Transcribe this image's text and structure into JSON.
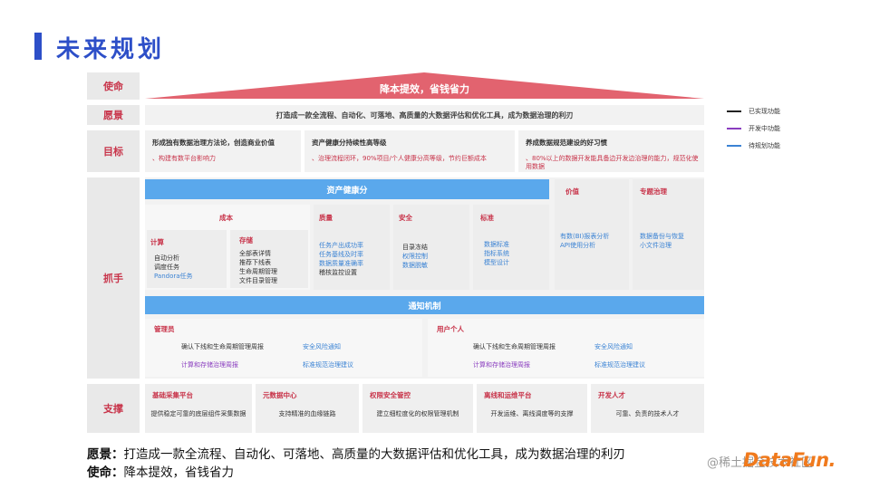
{
  "title": "未来规划",
  "row_heads": {
    "mission": "使命",
    "vision": "愿景",
    "goal": "目标",
    "handle": "抓手",
    "support": "支撑"
  },
  "mission_text": "降本提效，省钱省力",
  "vision_text": "打造成一款全流程、自动化、可落地、高质量的大数据评估和优化工具，成为数据治理的利刃",
  "goals": [
    {
      "title": "形成独有数据治理方法论，创造商业价值",
      "sub": "、构建有数平台影响力"
    },
    {
      "title": "资产健康分持续性高等级",
      "sub": "、治理流程闭环，90%项目/个人健康分高等级，节约巨额成本"
    },
    {
      "title": "养成数据规范建设的好习惯",
      "sub": "、80%以上的数据开发能具备边开发边治理的能力，规范化使用数据"
    }
  ],
  "legend": [
    {
      "label": "已实现功能",
      "color": "#222222"
    },
    {
      "label": "开发中功能",
      "color": "#8a3dbf"
    },
    {
      "label": "待规划功能",
      "color": "#3b83d4"
    }
  ],
  "asset_health": "资产健康分",
  "cost": {
    "title": "成本",
    "compute": {
      "title": "计算",
      "items": [
        "自动分析",
        "调度任务",
        "Pandora任务"
      ]
    },
    "storage": {
      "title": "存储",
      "items": [
        "全部表详情",
        "推荐下线表",
        "生命周期管理",
        "文件目录管理"
      ]
    }
  },
  "quality": {
    "title": "质量",
    "items": [
      "任务产出成功率",
      "任务基线及时率",
      "数据质量准确率",
      "稽核监控设置"
    ]
  },
  "security": {
    "title": "安全",
    "items": [
      "目录冻结",
      "权限控制",
      "数据脱敏"
    ]
  },
  "standard": {
    "title": "标准",
    "items": [
      "数据标准",
      "指标系统",
      "模型设计"
    ]
  },
  "value": {
    "title": "价值",
    "items": [
      "有数(BI)报表分析",
      "API使用分析"
    ]
  },
  "special": {
    "title": "专题治理",
    "items": [
      "数据备份与恢复",
      "小文件治理"
    ]
  },
  "notify": "通知机制",
  "admin": {
    "title": "管理员",
    "items": [
      "确认下线和生命周期管理周报",
      "安全风险通知",
      "计算和存储治理周报",
      "标准规范治理建议"
    ]
  },
  "user": {
    "title": "用户个人",
    "items": [
      "确认下线和生命周期管理周报",
      "安全风险通知",
      "计算和存储治理周报",
      "标准规范治理建议"
    ]
  },
  "supports": [
    {
      "title": "基础采集平台",
      "text": "提供稳定可靠的底层组件采集数据"
    },
    {
      "title": "元数据中心",
      "text": "支持精准的血缘链路"
    },
    {
      "title": "权限安全管控",
      "text": "建立细粒度化的权限管理机制"
    },
    {
      "title": "离线和运维平台",
      "text": "开发运维、离线调度等的支撑"
    },
    {
      "title": "开发人才",
      "text": "可靠、负责的技术人才"
    }
  ],
  "bottom": {
    "vision_label": "愿景：",
    "vision_text": "打造成一款全流程、自动化、可落地、高质量的大数据评估和优化工具，成为数据治理的利刃",
    "mission_label": "使命：",
    "mission_text": "降本提效，省钱省力"
  },
  "watermark": "@稀土掘金技术社区",
  "logo": "DataFun."
}
